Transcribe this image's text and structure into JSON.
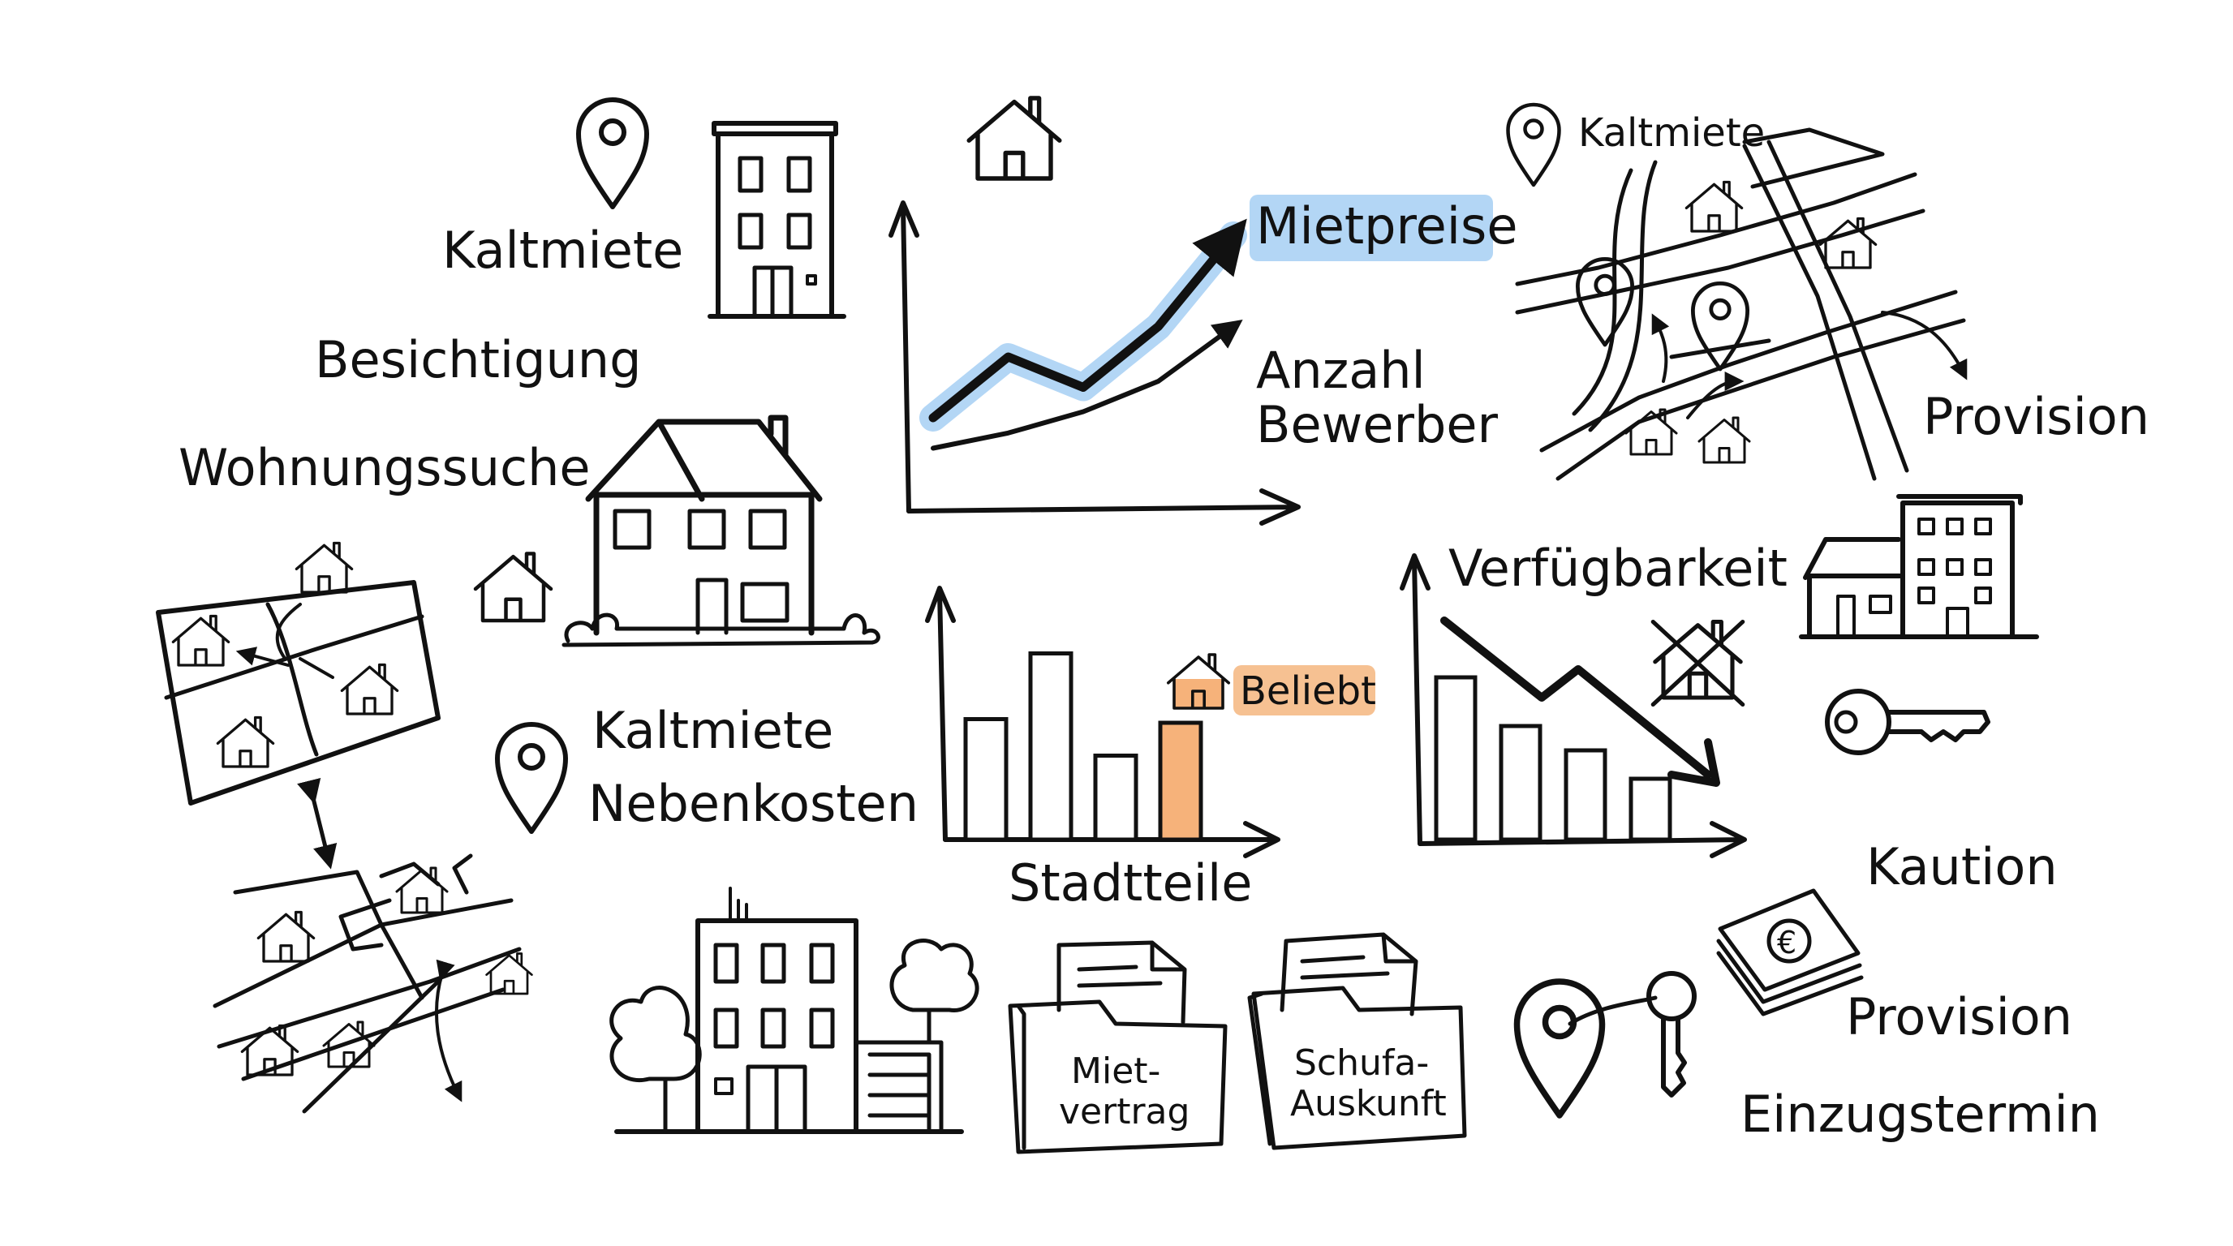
{
  "labels": {
    "kaltmiete_top_left": "Kaltmiete",
    "besichtigung": "Besichtigung",
    "wohnungssuche": "Wohnungssuche",
    "kaltmiete_mid": "Kaltmiete",
    "nebenkosten": "Nebenkosten",
    "mietpreise": "Mietpreise",
    "anzahl": "Anzahl",
    "bewerber": "Bewerber",
    "kaltmiete_top_right": "Kaltmiete",
    "provision_top_right": "Provision",
    "verfuegbarkeit": "Verfügbarkeit",
    "beliebt": "Beliebt",
    "stadtteile": "Stadtteile",
    "kaution": "Kaution",
    "provision_bottom": "Provision",
    "einzugstermin": "Einzugstermin",
    "miet": "Miet-",
    "vertrag": "vertrag",
    "schufa": "Schufa-",
    "auskunft": "Auskunft",
    "euro": "€"
  },
  "colors": {
    "ink": "#111111",
    "highlight_blue": "#b3d6f5",
    "highlight_orange": "#f6c192",
    "bar_orange": "#f6b27a",
    "background": "#ffffff"
  },
  "icons": [
    "location-pin-icon",
    "house-icon",
    "apartment-building-icon",
    "map-icon",
    "key-icon",
    "money-icon",
    "folder-document-icon",
    "crossed-house-icon",
    "bush-icon",
    "tree-icon"
  ],
  "chart_data": [
    {
      "type": "line",
      "series": [
        {
          "name": "Mietpreise",
          "values": [
            2,
            4,
            3,
            5,
            8
          ]
        },
        {
          "name": "Anzahl Bewerber",
          "values": [
            1,
            1.5,
            2.2,
            3.2,
            5
          ]
        }
      ],
      "xlabel": "",
      "ylabel": "",
      "grid": false
    },
    {
      "type": "bar",
      "values": [
        3.3,
        5.1,
        2.3,
        3.2
      ],
      "highlight_index": 3,
      "highlight_label": "Beliebt",
      "xlabel": "Stadtteile",
      "grid": false
    },
    {
      "type": "bar",
      "title": "Verfügbarkeit",
      "values": [
        4,
        2.8,
        2.2,
        1.5
      ],
      "trend": "down",
      "grid": false
    }
  ]
}
